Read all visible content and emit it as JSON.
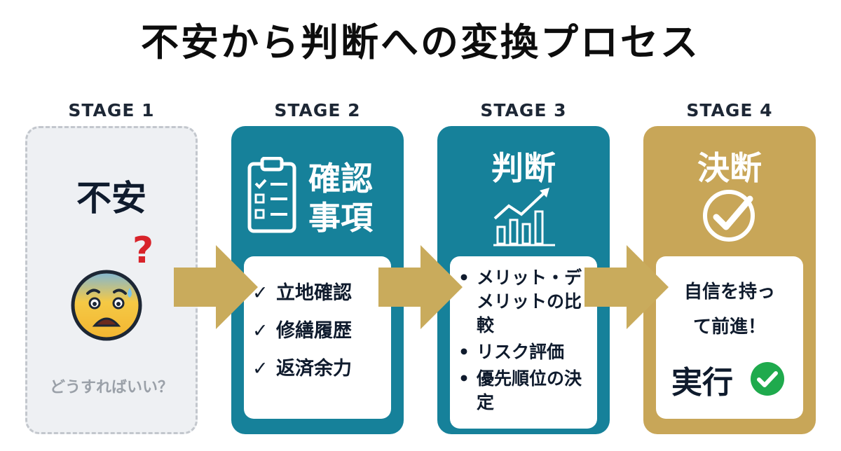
{
  "title": "不安から判断への変換プロセス",
  "stages": [
    {
      "label": "STAGE 1",
      "heading": "不安",
      "question_mark": "?",
      "caption": "どうすればいい？",
      "icon": "anxious-face-icon"
    },
    {
      "label": "STAGE 2",
      "heading_line1": "確認",
      "heading_line2": "事項",
      "icon": "clipboard-checklist-icon",
      "checks": [
        "立地確認",
        "修繕履歴",
        "返済余力"
      ]
    },
    {
      "label": "STAGE 3",
      "heading": "判断",
      "icon": "growth-chart-icon",
      "bullets": [
        "メリット・デメリットの比較",
        "リスク評価",
        "優先順位の決定"
      ]
    },
    {
      "label": "STAGE 4",
      "heading": "決断",
      "icon": "checkmark-circle-icon",
      "message_line1": "自信を持っ",
      "message_line2": "て前進！",
      "action": "実行"
    }
  ],
  "colors": {
    "teal": "#16819a",
    "gold": "#c8a658",
    "arrow": "#c9ab5c",
    "gray_card": "#eef0f3",
    "navy": "#0f1b2d",
    "red": "#d8232a",
    "green": "#1faa4d"
  }
}
